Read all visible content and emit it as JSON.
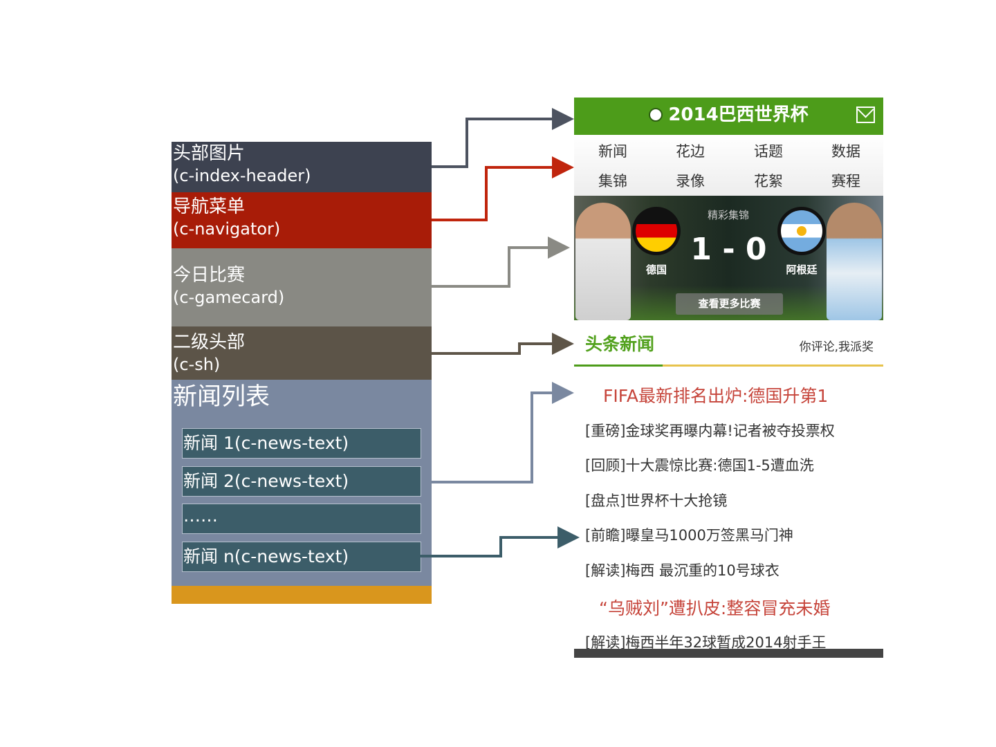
{
  "left_diagram": {
    "header": {
      "label": "头部图片",
      "code": "(c-index-header)",
      "color": "#3d4250"
    },
    "navigator": {
      "label": "导航菜单",
      "code": "(c-navigator)",
      "color": "#a81c08"
    },
    "gamecard": {
      "label": "今日比赛",
      "code": "(c-gamecard)",
      "color": "#898983"
    },
    "sh": {
      "label": "二级头部",
      "code": "(c-sh)",
      "color": "#5c5448"
    },
    "news_list": {
      "label": "新闻列表",
      "color": "#7a88a0",
      "items": [
        "新闻 1(c-news-text)",
        "新闻 2(c-news-text)",
        "……",
        "新闻 n(c-news-text)"
      ]
    },
    "footer_color": "#d9961d"
  },
  "phone": {
    "header_title": "2014巴西世界杯",
    "nav": [
      [
        "新闻",
        "花边",
        "话题",
        "数据"
      ],
      [
        "集锦",
        "录像",
        "花絮",
        "赛程"
      ]
    ],
    "game": {
      "highlight": "精彩集锦",
      "team_home": "德国",
      "team_away": "阿根廷",
      "score": "1 - 0",
      "more_button": "查看更多比赛"
    },
    "section": {
      "title": "头条新闻",
      "right_text": "你评论,我派奖"
    },
    "news": [
      {
        "text": "FIFA最新排名出炉:德国升第1",
        "highlight": true
      },
      {
        "text": "[重磅]金球奖再曝内幕!记者被夺投票权",
        "highlight": false
      },
      {
        "text": "[回顾]十大震惊比赛:德国1-5遭血洗",
        "highlight": false
      },
      {
        "text": "[盘点]世界杯十大抢镜",
        "highlight": false
      },
      {
        "text": "[前瞻]曝皇马1000万签黑马门神",
        "highlight": false
      },
      {
        "text": "[解读]梅西 最沉重的10号球衣",
        "highlight": false
      },
      {
        "text": "“乌贼刘”遭扒皮:整容冒充未婚",
        "highlight": true
      },
      {
        "text": "[解读]梅西半年32球暂成2014射手王",
        "highlight": false
      }
    ],
    "colors": {
      "header_green": "#4d9c1a",
      "accent_yellow": "#e7c34c",
      "headline_red": "#c6443a"
    }
  },
  "arrow_colors": [
    "#4d5360",
    "#c0250d",
    "#8a8a84",
    "#5e5548",
    "#7a88a0",
    "#3c5d69"
  ]
}
